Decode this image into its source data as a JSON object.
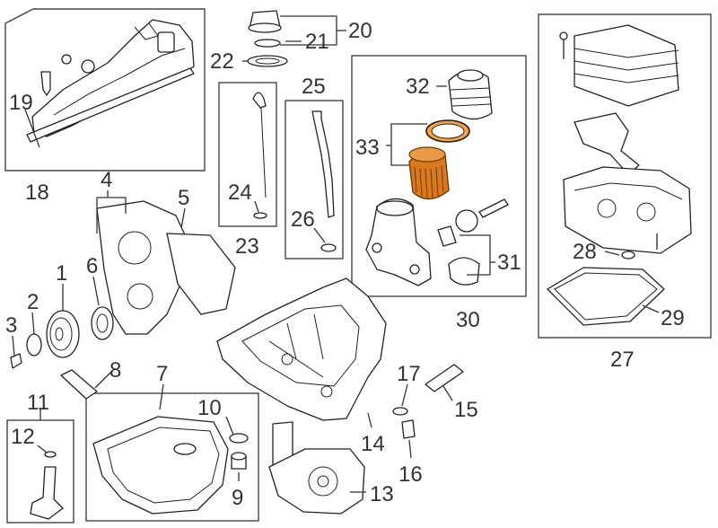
{
  "colors": {
    "highlight_fill": "#F7A23B",
    "highlight_stroke": "#6B3A00",
    "filter_fill": "#D9781C",
    "line": "#222222",
    "background": "#FFFFFF"
  },
  "callouts": [
    "1",
    "2",
    "3",
    "4",
    "5",
    "6",
    "7",
    "8",
    "9",
    "10",
    "11",
    "12",
    "13",
    "14",
    "15",
    "16",
    "17",
    "18",
    "19",
    "20",
    "21",
    "22",
    "23",
    "24",
    "25",
    "26",
    "27",
    "28",
    "29",
    "30",
    "31",
    "32",
    "33"
  ],
  "highlighted_parts": [
    "33"
  ]
}
